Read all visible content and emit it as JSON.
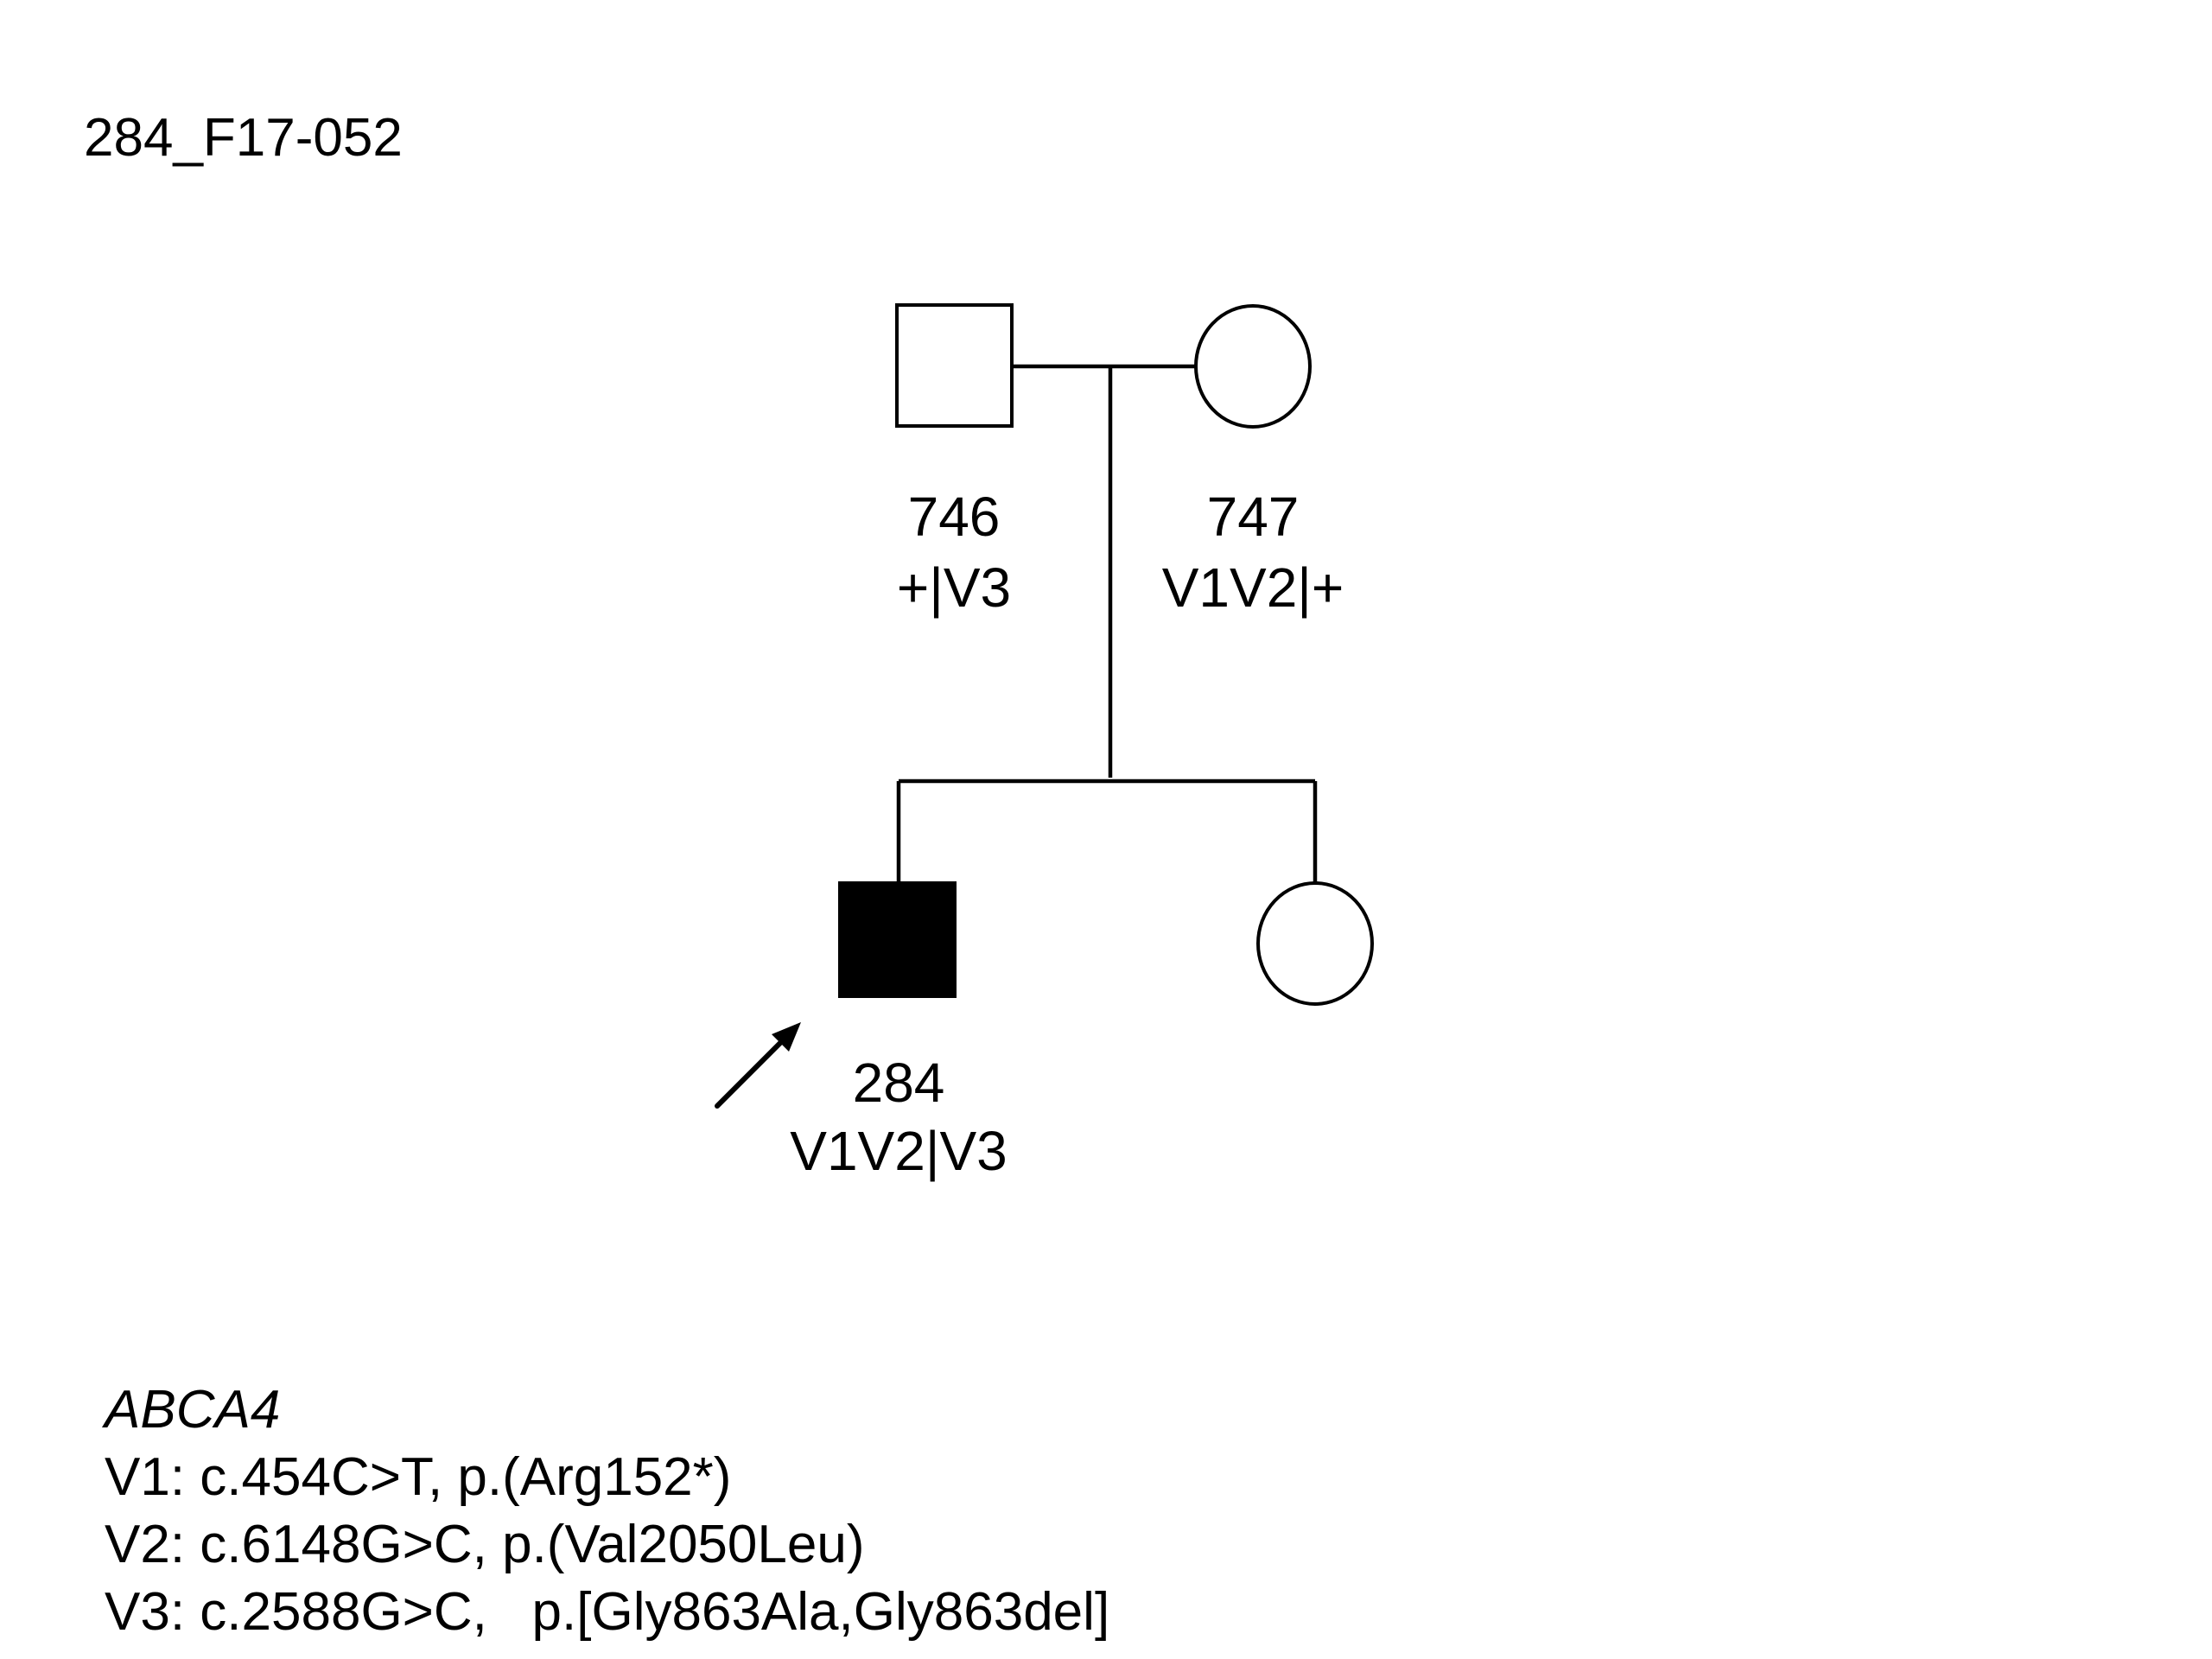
{
  "title": "284_F17-052",
  "individuals": {
    "father": {
      "sex": "male",
      "affected": false,
      "id": "746",
      "genotype": "+|V3"
    },
    "mother": {
      "sex": "female",
      "affected": false,
      "id": "747",
      "genotype": "V1V2|+"
    },
    "proband": {
      "sex": "male",
      "affected": true,
      "proband": true,
      "id": "284",
      "genotype": "V1V2|V3"
    },
    "sister": {
      "sex": "female",
      "affected": false
    }
  },
  "legend": {
    "gene": "ABCA4",
    "v1": "V1: c.454C>T, p.(Arg152*)",
    "v2": "V2: c.6148G>C, p.(Val2050Leu)",
    "v3": "V3: c.2588G>C,   p.[Gly863Ala,Gly863del]"
  },
  "colors": {
    "line": "#000000",
    "affected_fill": "#000000",
    "unaffected_fill": "#ffffff"
  }
}
